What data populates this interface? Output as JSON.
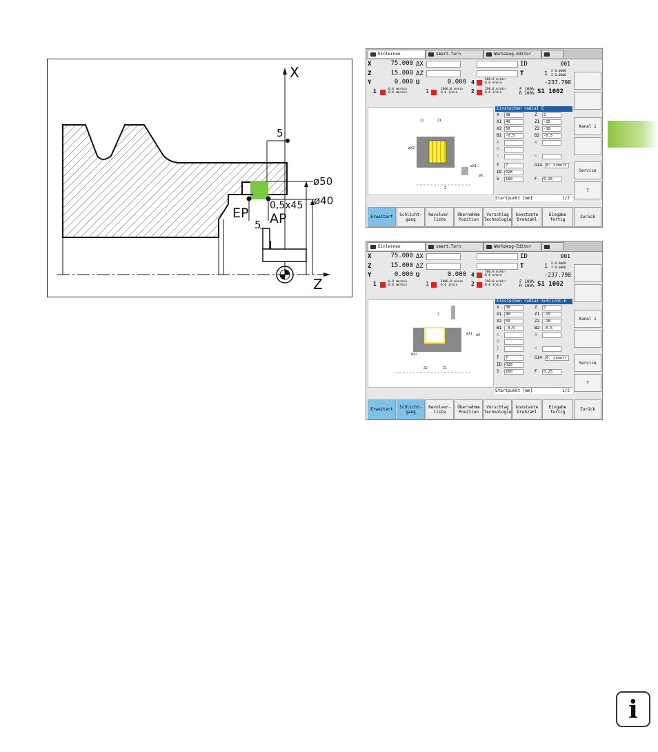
{
  "drawing": {
    "labels": {
      "x_axis": "X",
      "z_axis": "Z",
      "dim_5_top": "5",
      "dia_50": "ø50",
      "dia_40": "ø40",
      "ep": "EP",
      "chamfer": "0,5x45",
      "dim_5_bottom": "5",
      "ap": "AP"
    },
    "colors": {
      "accent": "#7ac943",
      "line": "#111111"
    }
  },
  "screens": [
    {
      "tabs": [
        "Einlernen",
        "smart.Turn",
        "Werkzeug-Editor"
      ],
      "x_val": "75.000",
      "z_val": "15.000",
      "y_val": "0.000",
      "dx": "ΔX",
      "dz": "ΔZ",
      "u": "U",
      "u_val": "0.000",
      "id_label": "ID",
      "id_val": "001",
      "t_label": "T",
      "t_val": "1",
      "angle_val": "-237.798",
      "s_label": "S1",
      "s_val": "1002",
      "f_label": "F",
      "f_val": "100%",
      "r_label": "R",
      "r_val": "100%",
      "ch4": "4",
      "ch2": "2",
      "ch1": "1",
      "feed_a": "500.0 m/min",
      "feed_b": "0.0 m/min",
      "feed_c": "1000.0 m/min",
      "feed_d": "0.0 1/min",
      "feed_e": "290.0 m/min",
      "feed_f": "0.0 1/min",
      "xz_x": "X 0.0000",
      "xz_z": "Z 0.0000",
      "feed_g": "0.0 mm/min",
      "feed_h": "0.0 mm/min",
      "dialog_title": "Einstechen radial E",
      "params": {
        "x": "38",
        "z": "2",
        "x1": "40",
        "z1": "-15",
        "x2": "50",
        "z2": "-18",
        "b1": "-0.5",
        "b2": "-0.5",
        "t": "7",
        "g14": "0: simult",
        "id": "028",
        "s": "160",
        "f": "0.25"
      },
      "param_labels": {
        "x": "X",
        "z": "Z",
        "x1": "X1",
        "z1": "Z1",
        "x2": "X2",
        "z2": "Z2",
        "b1": "B1",
        "b2": "B2",
        "a": "A",
        "w": "W",
        "r": "R",
        "i": "I",
        "k": "K",
        "t": "T",
        "g14": "G14",
        "id": "ID",
        "s": "S",
        "f": "F"
      },
      "status": "Startpunkt [mm]",
      "page": "1/2",
      "softkeys_right": [
        "",
        "",
        "Kanal 1",
        "",
        "Service",
        ""
      ],
      "softkeys_bottom": [
        "Erweitert",
        "Schlicht-\ngang",
        "Revolver-\nliste",
        "Übernahme\nPosition",
        "Vorschlag\nTechnologie",
        "konstante\nDrehzahl",
        "Eingabe\nfertig",
        "Zurück"
      ],
      "gfx_labels": {
        "z2": "Z2",
        "z1": "Z1",
        "x2": "øX2",
        "x1": "øX1",
        "x": "øX",
        "z": "Z"
      },
      "selected_bottom": [
        0
      ]
    },
    {
      "tabs": [
        "Einlernen",
        "smart.Turn",
        "Werkzeug-Editor"
      ],
      "x_val": "75.000",
      "z_val": "15.000",
      "y_val": "0.000",
      "dx": "ΔX",
      "dz": "ΔZ",
      "u": "U",
      "u_val": "0.000",
      "id_label": "ID",
      "id_val": "001",
      "t_label": "T",
      "t_val": "1",
      "angle_val": "-237.798",
      "s_label": "S1",
      "s_val": "1002",
      "f_label": "F",
      "f_val": "100%",
      "r_label": "R",
      "r_val": "100%",
      "ch4": "4",
      "ch2": "2",
      "ch1": "1",
      "feed_a": "500.0 m/min",
      "feed_b": "0.0 m/min",
      "feed_c": "1000.0 m/min",
      "feed_d": "0.0 1/min",
      "feed_e": "290.0 m/min",
      "feed_f": "0.0 1/min",
      "xz_x": "X 0.0000",
      "xz_z": "Z 0.0000",
      "feed_g": "0.0 mm/min",
      "feed_h": "0.0 mm/min",
      "dialog_title": "Einstechen radial Schlicht.E",
      "params": {
        "x": "38",
        "z": "2",
        "x1": "40",
        "z1": "-15",
        "x2": "50",
        "z2": "-18",
        "b1": "-0.5",
        "b2": "-0.5",
        "t": "7",
        "g14": "0: simult",
        "id": "028",
        "s": "160",
        "f": "0.25"
      },
      "param_labels": {
        "x": "X",
        "z": "Z",
        "x1": "X1",
        "z1": "Z1",
        "x2": "X2",
        "z2": "Z2",
        "b1": "B1",
        "b2": "B2",
        "a": "A",
        "w": "W",
        "r": "R",
        "i": "I",
        "k": "K",
        "t": "T",
        "g14": "G14",
        "id": "ID",
        "s": "S",
        "f": "F"
      },
      "status": "Startpunkt [mm]",
      "page": "1/2",
      "softkeys_right": [
        "",
        "",
        "Kanal 1",
        "",
        "Service",
        ""
      ],
      "softkeys_bottom": [
        "Erweitert",
        "Schlicht-\ngang",
        "Revolver-\nliste",
        "Übernahme\nPosition",
        "Vorschlag\nTechnologie",
        "konstante\nDrehzahl",
        "Eingabe\nfertig",
        "Zurück"
      ],
      "gfx_labels": {
        "z2": "Z2",
        "z1": "Z1",
        "x2": "øX2",
        "x1": "øX1",
        "x": "øX",
        "z": "Z"
      },
      "selected_bottom": [
        0,
        1
      ]
    }
  ],
  "sidebar": {
    "tab_color": "#8ec63f"
  },
  "info_icon": {
    "glyph": "i"
  }
}
